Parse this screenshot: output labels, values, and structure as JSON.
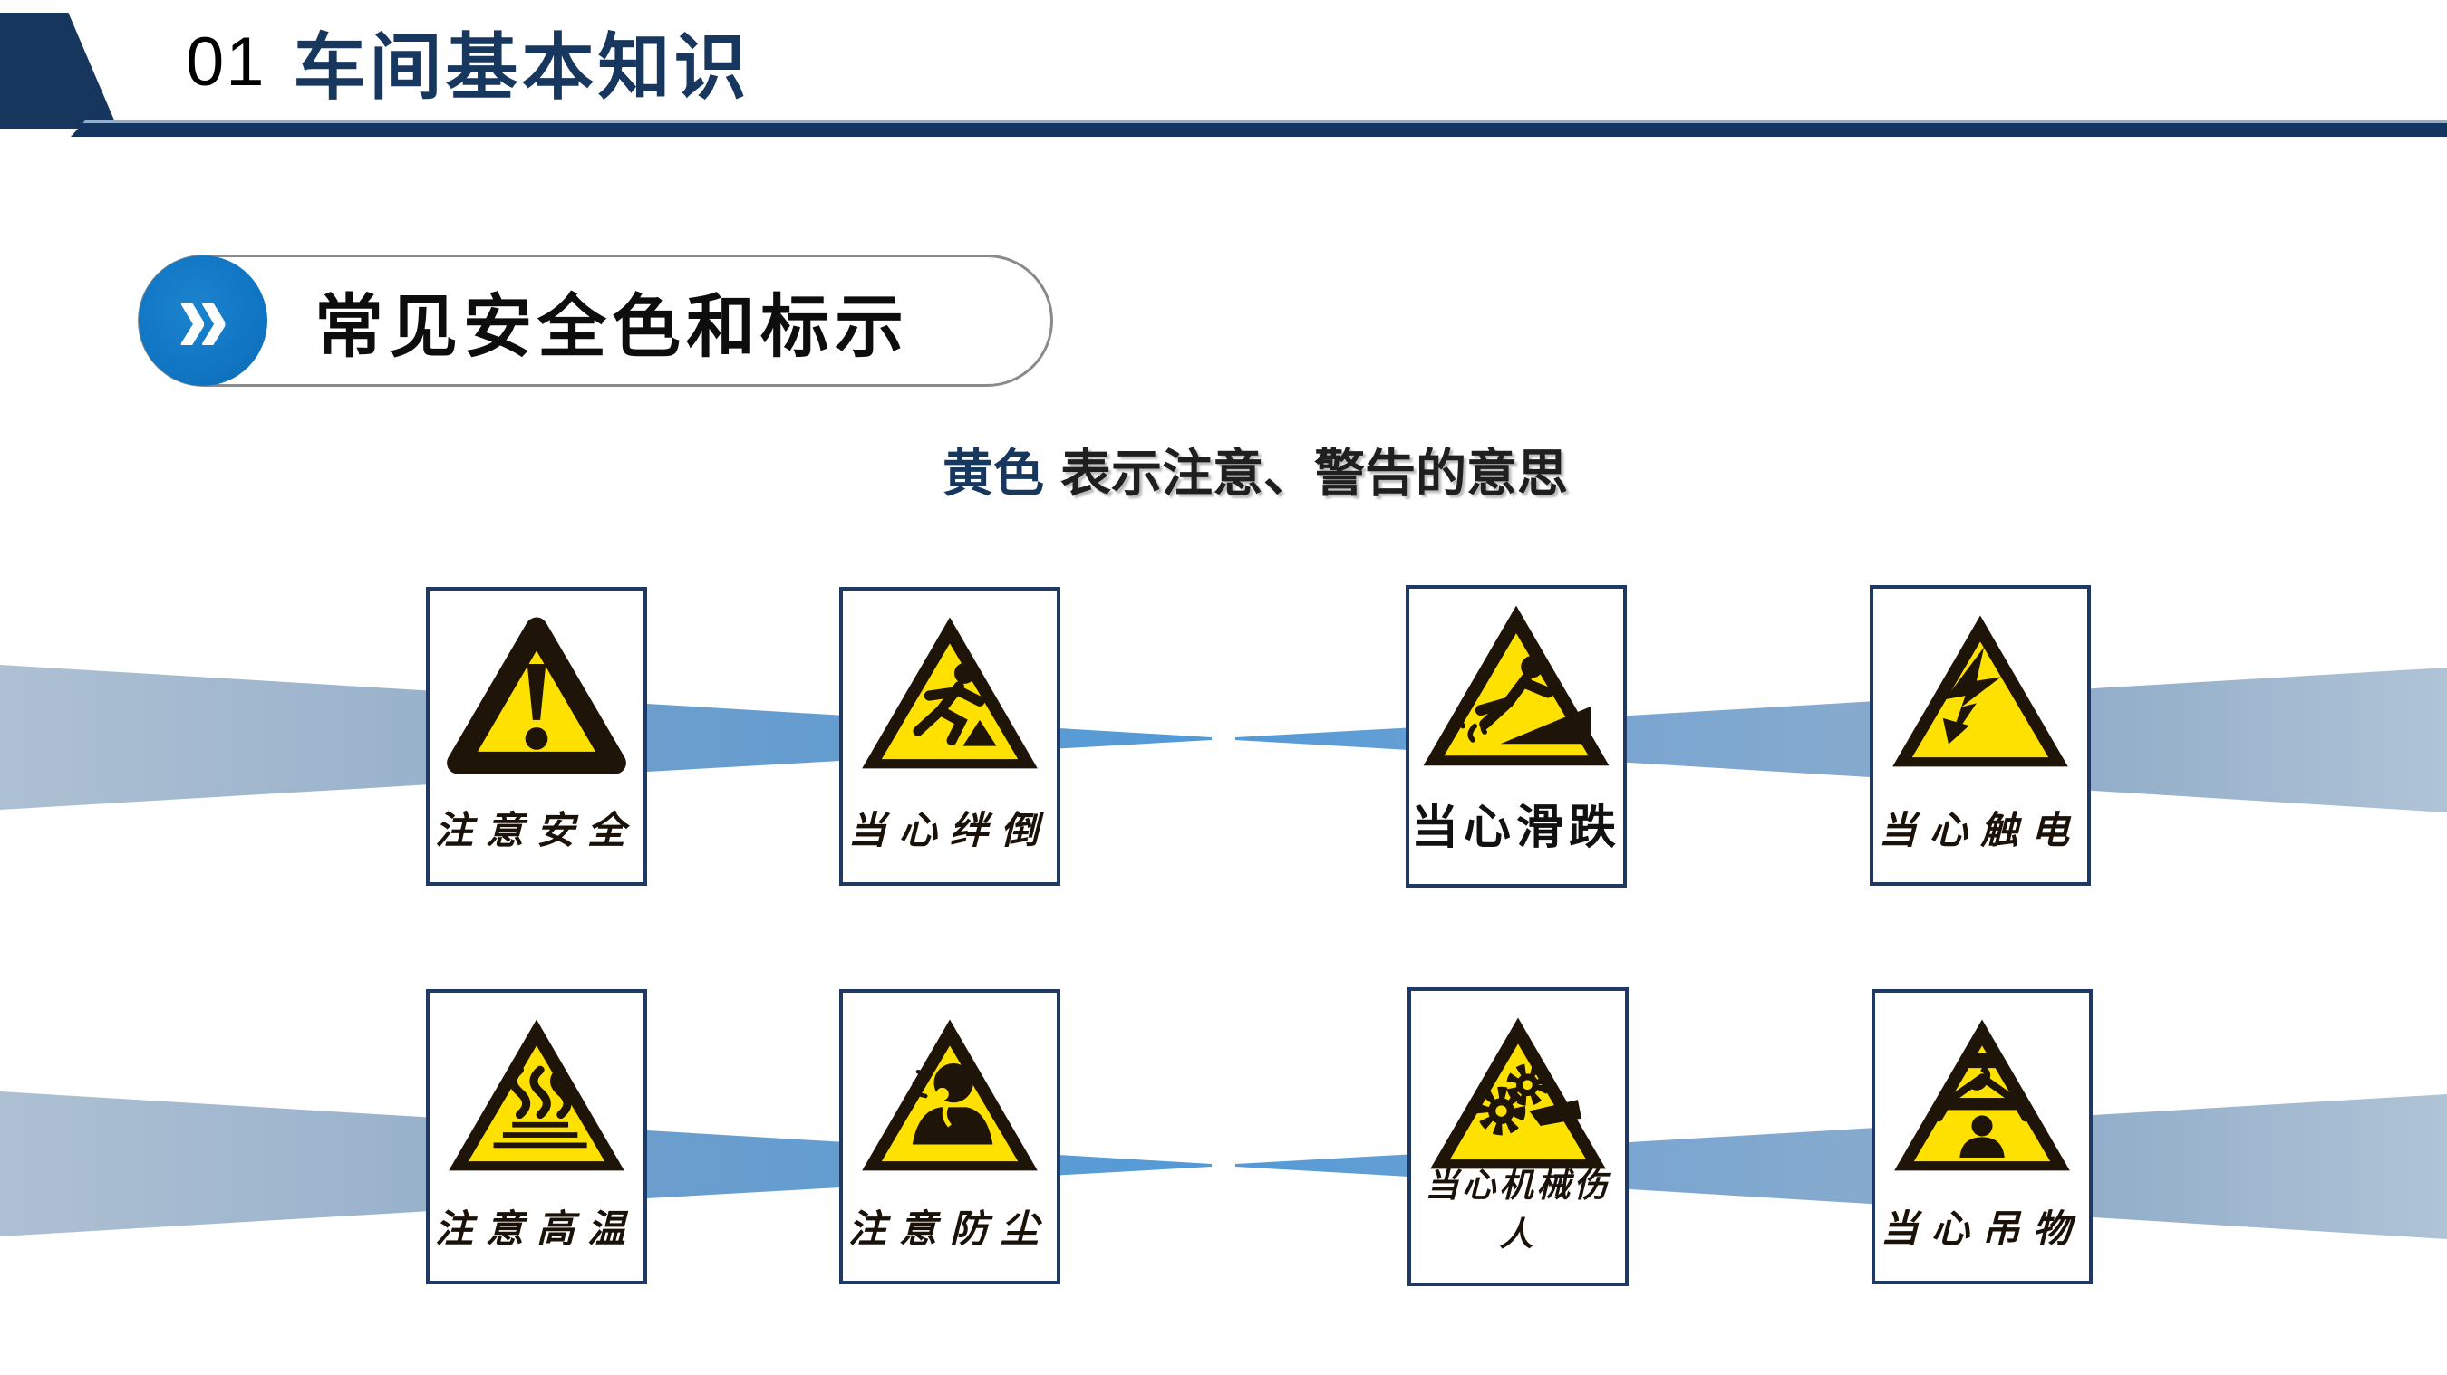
{
  "header": {
    "number": "01",
    "title": "车间基本知识",
    "accent_color": "#17375E",
    "bar_color": "#14355F"
  },
  "section": {
    "title": "常见安全色和标示",
    "chevron": "»",
    "badge_color": "#1177C5",
    "chevron_icon": "double-chevron-right-icon"
  },
  "subtitle": {
    "highlight": "黄色",
    "text": "表示注意、警告的意思",
    "highlight_color": "#17375E"
  },
  "signs": [
    {
      "label": "注意安全",
      "icon": "exclamation-warning",
      "row": 1,
      "col": 1
    },
    {
      "label": "当心绊倒",
      "icon": "tripping-person-warning",
      "row": 1,
      "col": 2
    },
    {
      "label": "当心滑跌",
      "icon": "slipping-person-warning",
      "row": 1,
      "col": 3
    },
    {
      "label": "当心触电",
      "icon": "electric-shock-warning",
      "row": 1,
      "col": 4
    },
    {
      "label": "注意高温",
      "icon": "high-temperature-warning",
      "row": 2,
      "col": 1
    },
    {
      "label": "注意防尘",
      "icon": "dust-warning",
      "row": 2,
      "col": 2
    },
    {
      "label": "当心机械伤人",
      "icon": "mechanical-injury-warning",
      "row": 2,
      "col": 3
    },
    {
      "label": "当心吊物",
      "icon": "overhead-load-warning",
      "row": 2,
      "col": 4
    }
  ],
  "colors": {
    "sign_yellow": "#FFE100",
    "sign_black": "#1F1408",
    "card_border_navy": "#1F3864",
    "ribbon_gray_blue": "#92AECA",
    "ribbon_bright_blue": "#5B9BD5"
  }
}
